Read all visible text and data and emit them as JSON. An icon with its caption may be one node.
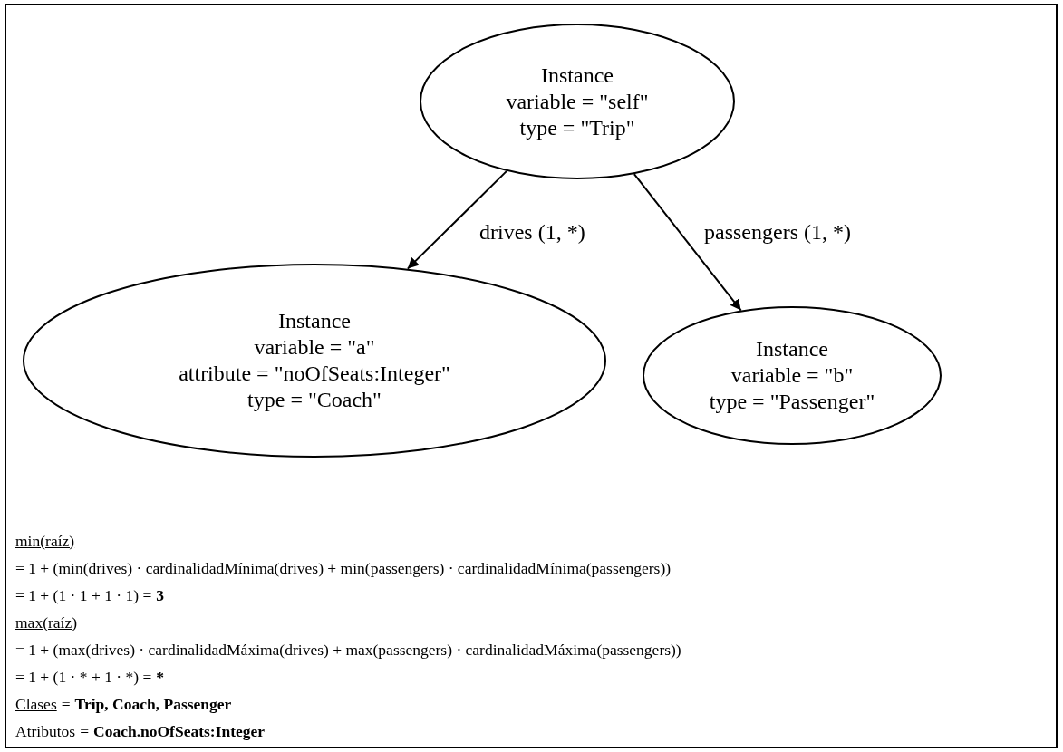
{
  "diagram": {
    "nodes": [
      {
        "text": [
          "Instance",
          "variable = \"self\"",
          "type = \"Trip\""
        ]
      },
      {
        "text": [
          "Instance",
          "variable = \"a\"",
          "attribute = \"noOfSeats:Integer\"",
          "type = \"Coach\""
        ]
      },
      {
        "text": [
          "Instance",
          "variable = \"b\"",
          "type = \"Passenger\""
        ]
      }
    ],
    "edges": [
      {
        "from": 0,
        "to": 1,
        "arrow": "to",
        "label": "drives (1, *)"
      },
      {
        "from": 0,
        "to": 2,
        "arrow": "to",
        "label": "passengers (1, *)"
      }
    ],
    "labels": [
      "min(raíz)",
      "= 1 + (min(drives) · cardinalidadMínima(drives) + min(passengers) · cardinalidadMínima(passengers))",
      "= 1 + (1 · 1 + 1 · 1) =",
      "3",
      "max(raíz)",
      "= 1 + (max(drives) · cardinalidadMáxima(drives) + max(passengers) · cardinalidadMáxima(passengers))",
      "= 1 + (1 · * + 1 · *) =",
      "*",
      "Clases",
      "=",
      "Trip, Coach, Passenger",
      "Atributos",
      "=",
      "Coach.noOfSeats:Integer"
    ]
  }
}
